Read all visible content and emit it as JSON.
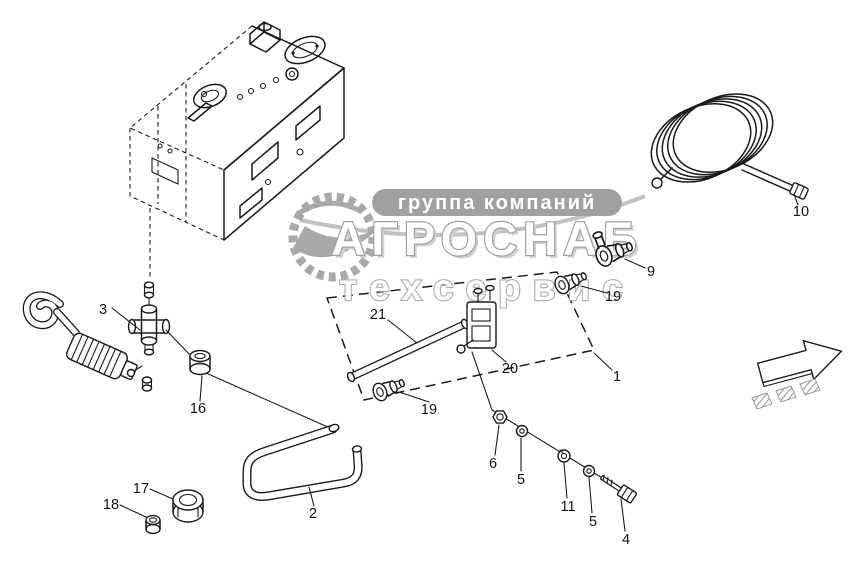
{
  "colors": {
    "background": "#ffffff",
    "line": "#1a1a1a",
    "watermark": "#9e9e9e"
  },
  "watermark": {
    "banner": "группа компаний",
    "title": "АГРОСНАБ",
    "subtitle": "техсервис"
  },
  "part_labels": [
    {
      "text": "3"
    },
    {
      "text": "16"
    },
    {
      "text": "17"
    },
    {
      "text": "18"
    },
    {
      "text": "2"
    },
    {
      "text": "21"
    },
    {
      "text": "19"
    },
    {
      "text": "20"
    },
    {
      "text": "1"
    },
    {
      "text": "19"
    },
    {
      "text": "9"
    },
    {
      "text": "10"
    },
    {
      "text": "6"
    },
    {
      "text": "5"
    },
    {
      "text": "11"
    },
    {
      "text": "5"
    },
    {
      "text": "4"
    }
  ]
}
